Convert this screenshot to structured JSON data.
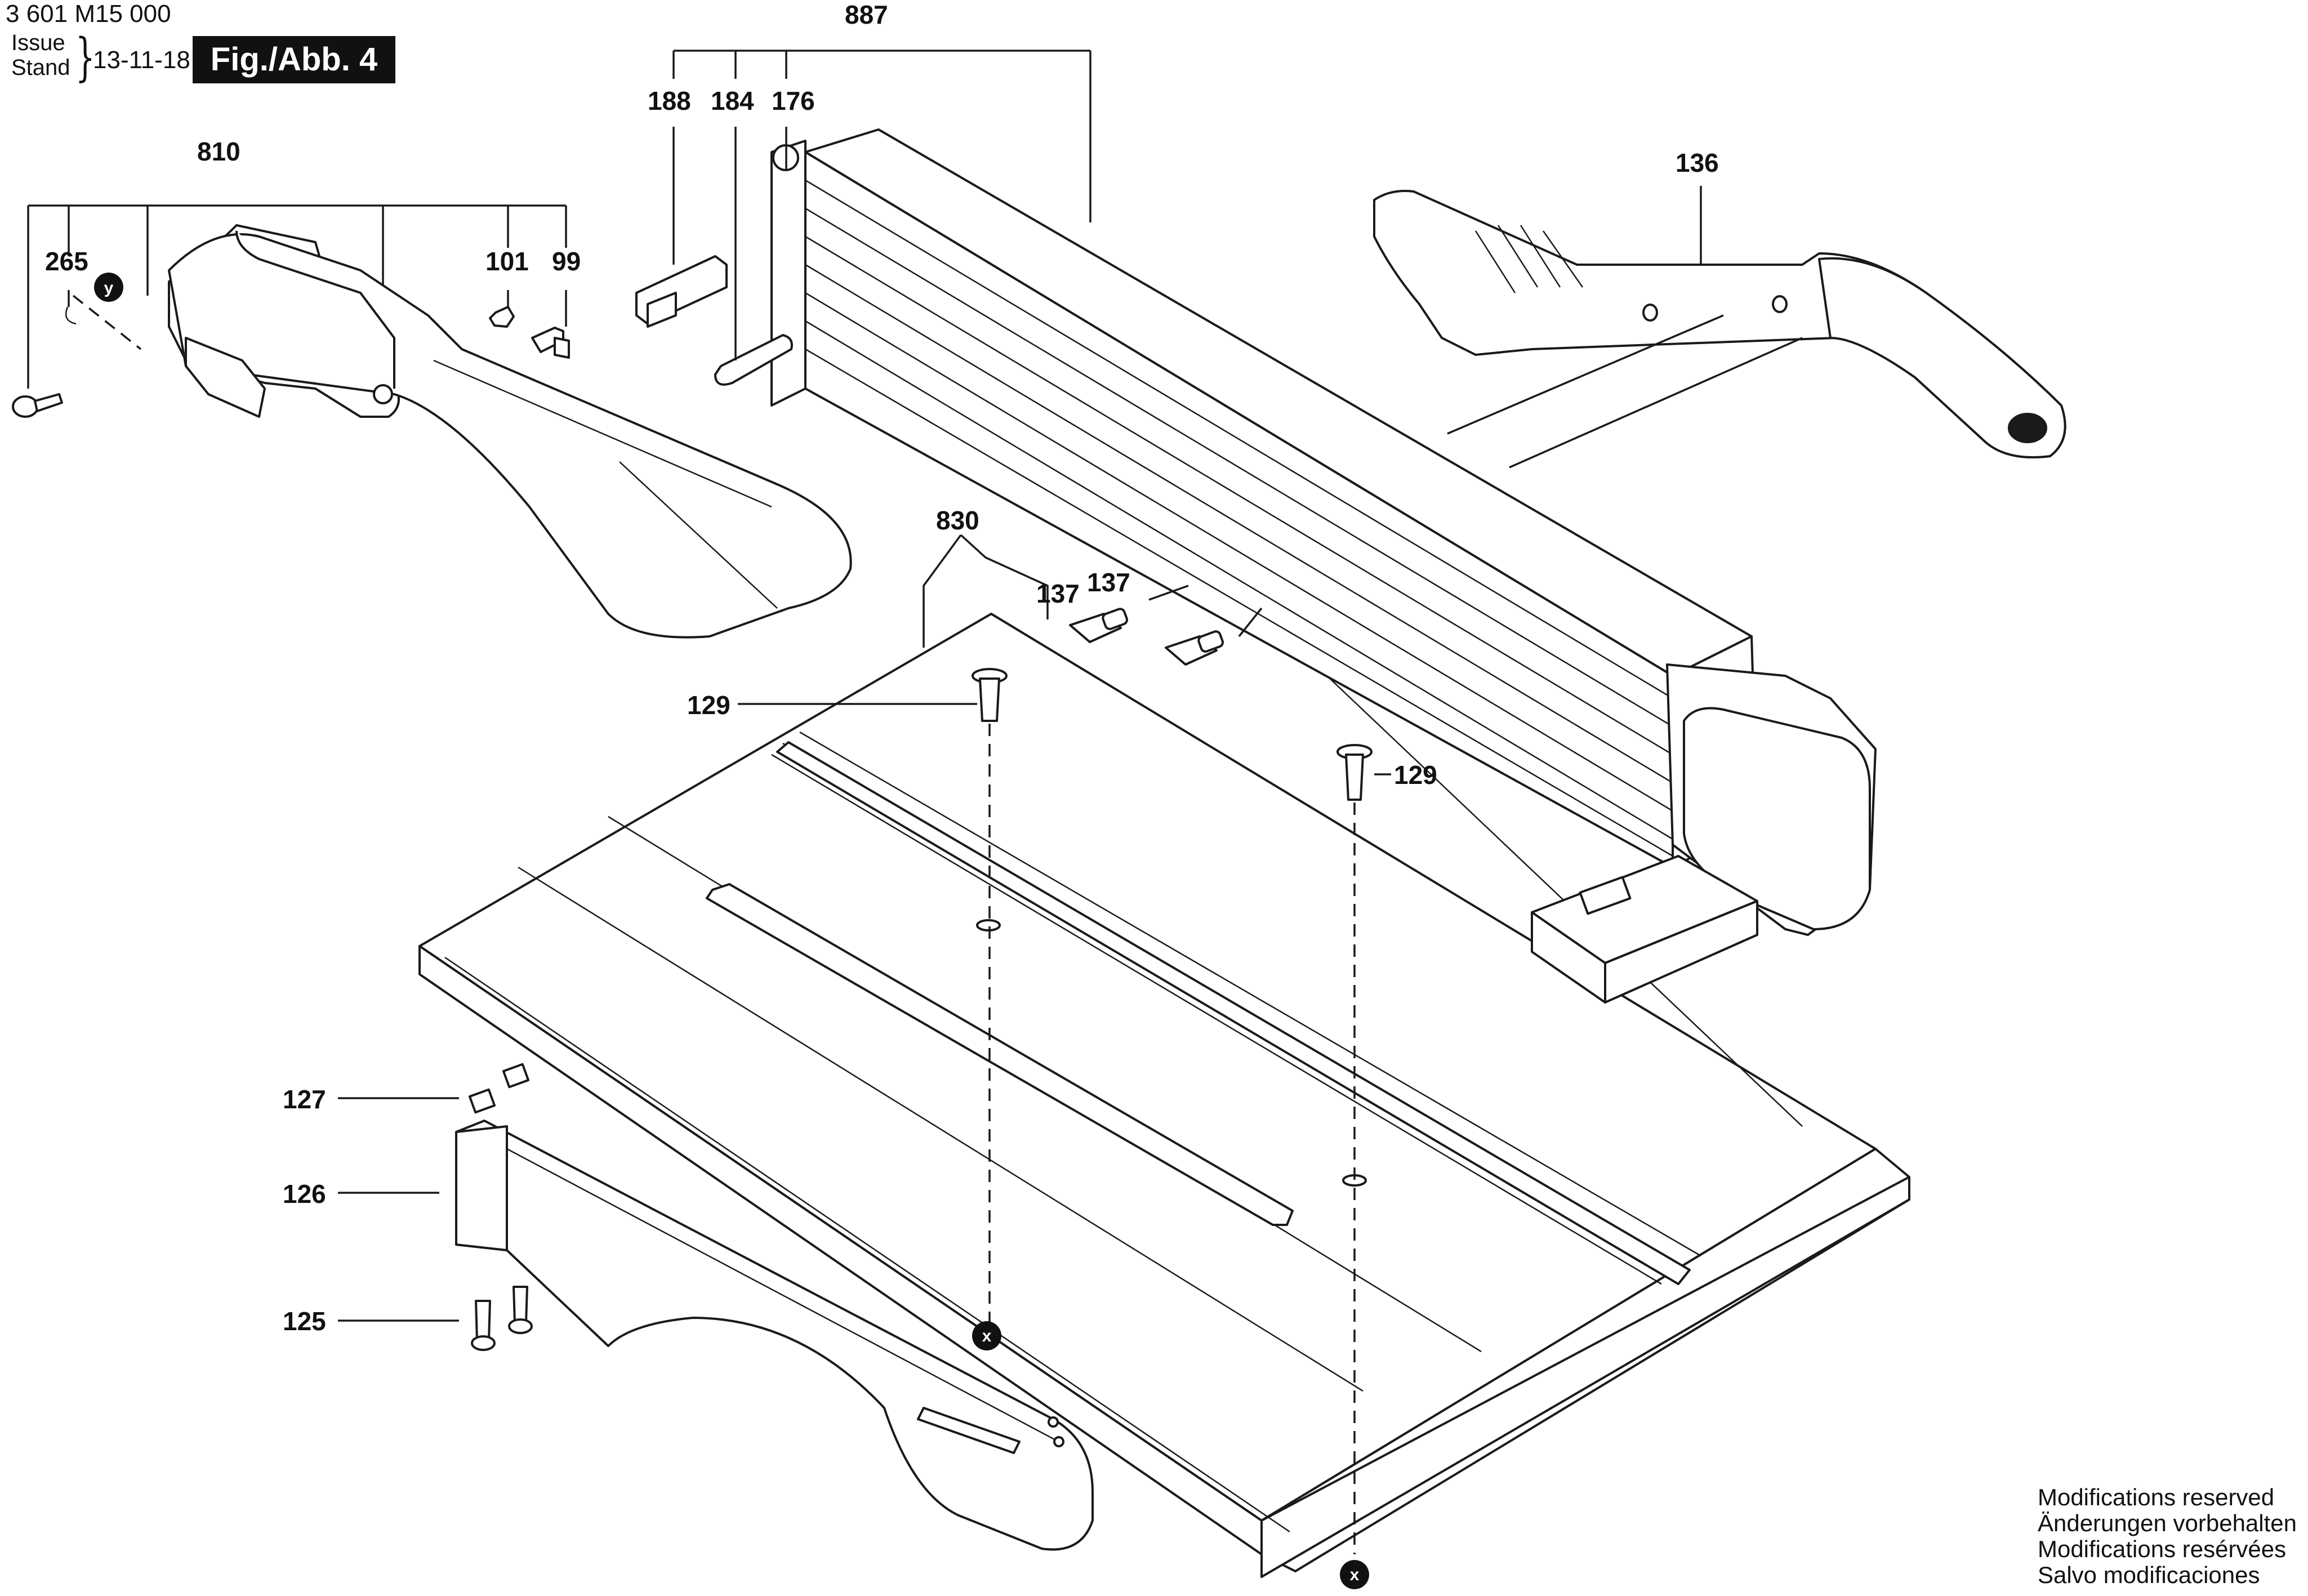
{
  "header": {
    "doc_number": "3 601 M15 000",
    "issue_label_line1": "Issue",
    "issue_label_line2": "Stand",
    "issue_date": "13-11-18",
    "figure_badge": "Fig./Abb. 4"
  },
  "part_labels": {
    "p887": "887",
    "p188": "188",
    "p184": "184",
    "p176": "176",
    "p810": "810",
    "p265": "265",
    "p101": "101",
    "p99": "99",
    "p136": "136",
    "p830": "830",
    "p137a": "137",
    "p137b": "137",
    "p129a": "129",
    "p129b": "129",
    "p127": "127",
    "p126": "126",
    "p125": "125"
  },
  "markers": {
    "y": "y",
    "x1": "x",
    "x2": "x"
  },
  "disclaimer": [
    "Modifications reserved",
    "Änderungen vorbehalten",
    "Modifications resérvées",
    "Salvo modificaciones"
  ]
}
